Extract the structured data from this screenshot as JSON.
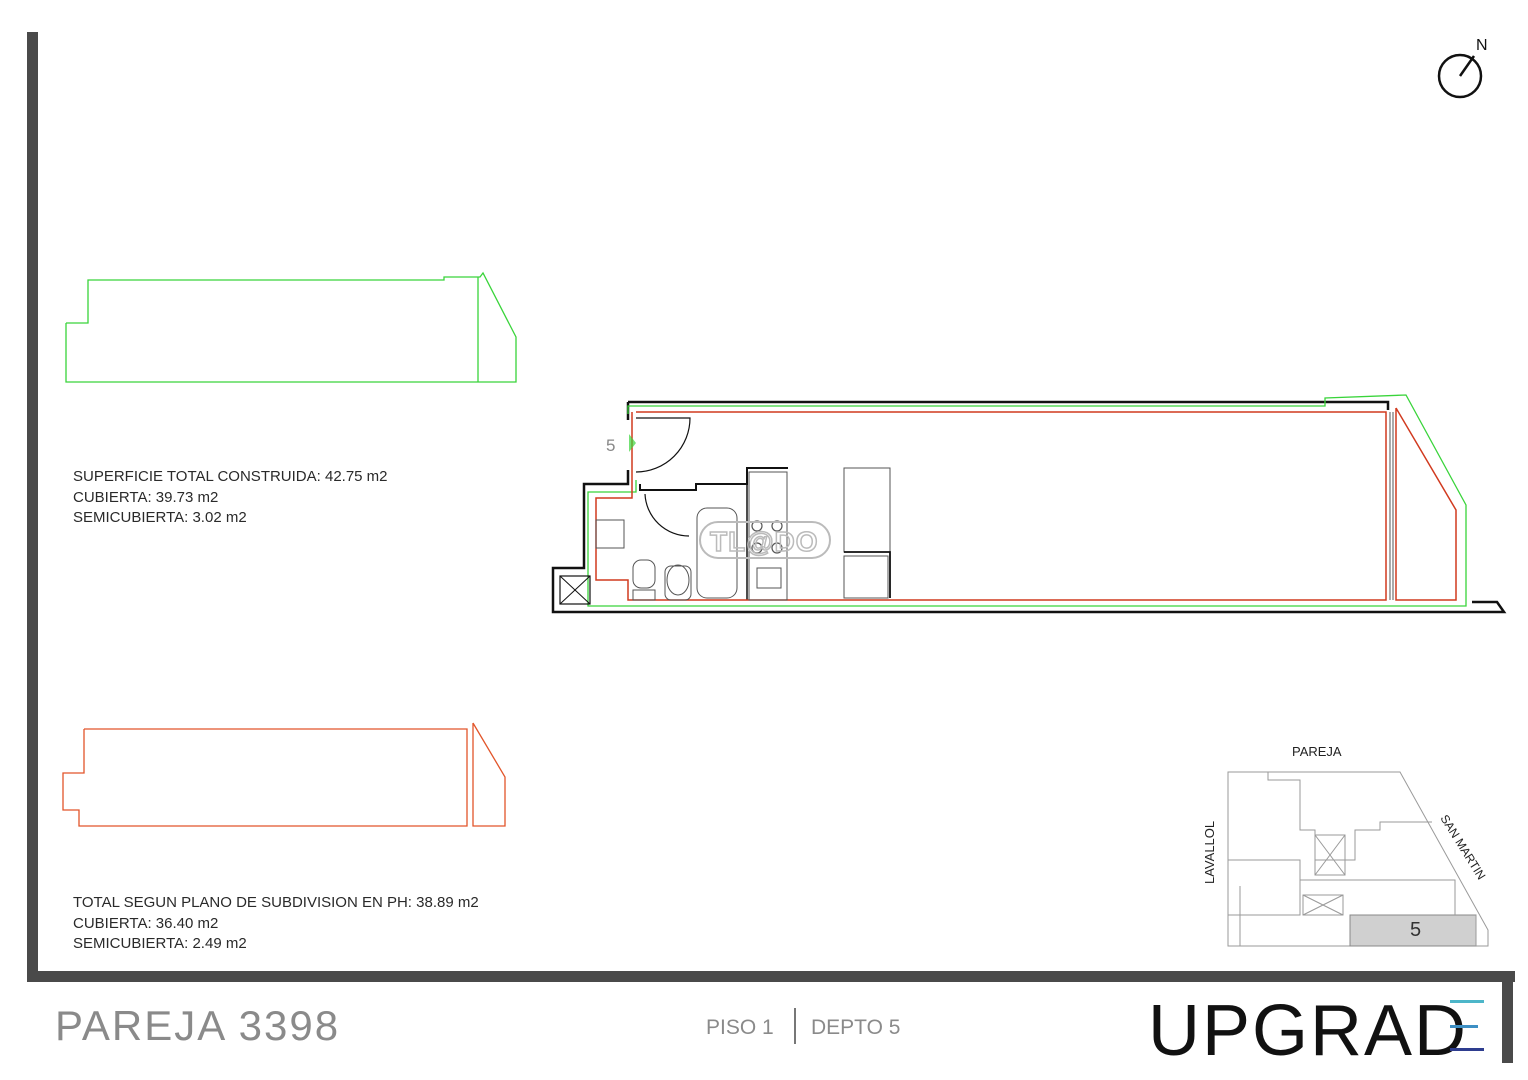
{
  "totals_constructed": {
    "line1": "SUPERFICIE TOTAL CONSTRUIDA: 42.75 m2",
    "line2": "CUBIERTA: 39.73 m2",
    "line3": "SEMICUBIERTA: 3.02 m2"
  },
  "totals_subdivision": {
    "line1": "TOTAL SEGUN PLANO DE SUBDIVISION EN PH: 38.89 m2",
    "line2": "CUBIERTA: 36.40 m2",
    "line3": "SEMICUBIERTA: 2.49 m2"
  },
  "plan": {
    "unit_marker": "5",
    "watermark": "TL@DO"
  },
  "compass": {
    "label": "N"
  },
  "location_map": {
    "street_top": "PAREJA",
    "street_left": "LAVALLOL",
    "street_right": "SAN MARTIN",
    "unit_label": "5"
  },
  "footer": {
    "address": "PAREJA 3398",
    "floor": "PISO 1",
    "unit": "DEPTO 5",
    "brand": "UPGRAD",
    "brand_e_colors": [
      "#4db6c9",
      "#3d8fc4",
      "#2e3d8f"
    ]
  },
  "colors": {
    "green": "#39d43a",
    "red": "#d13a1f",
    "orange": "#e2552a",
    "wall": "#111111",
    "frame": "#4a4a4a"
  }
}
